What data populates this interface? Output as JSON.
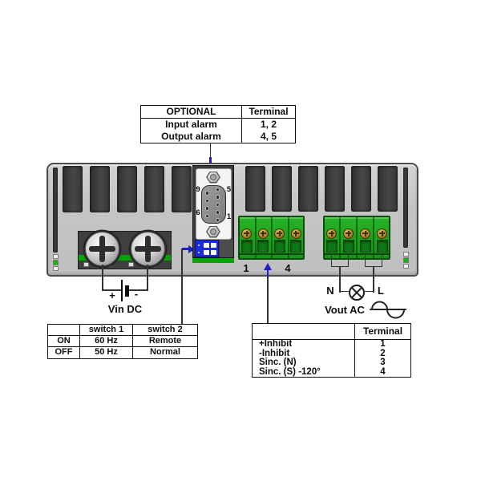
{
  "optional_table": {
    "header": [
      "OPTIONAL",
      "Terminal"
    ],
    "rows": [
      {
        "name": "Input alarm",
        "terminal": "1, 2"
      },
      {
        "name": "Output alarm",
        "terminal": "4, 5"
      }
    ]
  },
  "switch_table": {
    "header": [
      "",
      "switch 1",
      "switch 2"
    ],
    "rows": [
      {
        "state": "ON",
        "switch1": "60 Hz",
        "switch2": "Remote"
      },
      {
        "state": "OFF",
        "switch1": "50 Hz",
        "switch2": "Normal"
      }
    ]
  },
  "terminal_table": {
    "header": [
      "",
      "Terminal"
    ],
    "rows": [
      {
        "signal": "+Inhibit",
        "terminal": "1"
      },
      {
        "signal": "-Inhibit",
        "terminal": "2"
      },
      {
        "signal": "Sinc. (N)",
        "terminal": "3"
      },
      {
        "signal": "Sinc. (S) -120°",
        "terminal": "4"
      }
    ]
  },
  "panel": {
    "dc_input": {
      "label": "Vin DC",
      "plus": "+",
      "minus": "-"
    },
    "ac_output": {
      "label": "Vout AC",
      "neutral": "N",
      "line": "L"
    },
    "signal_block": {
      "first_terminal": "1",
      "last_terminal": "4"
    },
    "db9_pins": {
      "p9": "9",
      "p5": "5",
      "p6": "6",
      "p1": "1"
    }
  },
  "icons": {
    "battery": "battery-icon (long/short plate DC symbol)",
    "lamp": "lamp-icon (circle with X)",
    "sine_wave": "sine-wave-icon (AC symbol)",
    "arrow_down": "arrow-down-icon",
    "arrow_right": "arrow-right-icon",
    "arrow_up": "arrow-up-icon"
  },
  "colors": {
    "panel_gray": "#c6c6c6",
    "vent_dark": "#3c3c3c",
    "terminal_green": "#1da11d",
    "stripe_green": "#00a500",
    "dip_blue": "#1c2cd8",
    "arrow_blue": "#1f1fc8",
    "gold_screw": "#b1872b"
  }
}
